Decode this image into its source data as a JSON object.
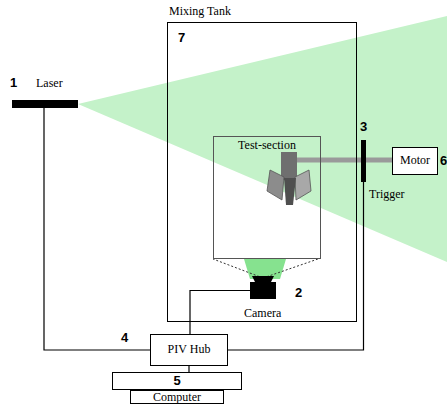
{
  "diagram": {
    "nodes": [
      {
        "text": [
          "Mixing Tank",
          "7"
        ]
      },
      {
        "text": [
          "Test-section"
        ],
        "in": 0
      },
      {
        "text": [
          "1",
          "Laser"
        ]
      },
      {
        "text": [
          "3",
          "Trigger"
        ]
      },
      {
        "text": [
          "Motor"
        ]
      },
      {
        "text": [
          "2",
          "Camera"
        ]
      },
      {
        "text": [
          "4",
          "PIV Hub"
        ]
      },
      {
        "text": [
          "5",
          "Computer"
        ]
      }
    ],
    "edges": [
      {
        "from": 2,
        "to": 6,
        "arrow": "none"
      },
      {
        "from": 5,
        "to": 6,
        "arrow": "none"
      },
      {
        "from": 3,
        "to": 6,
        "arrow": "none"
      },
      {
        "from": 6,
        "to": 7,
        "arrow": "none"
      }
    ],
    "labels": [
      "6"
    ]
  }
}
